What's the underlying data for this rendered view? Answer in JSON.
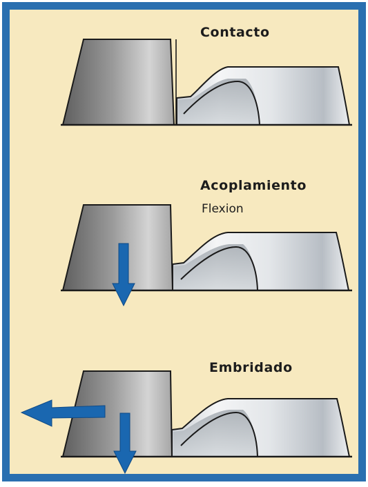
{
  "stages": [
    {
      "title": "Contacto",
      "subtitle": ""
    },
    {
      "title": "Acoplamiento",
      "subtitle": "Flexion"
    },
    {
      "title": "Embridado",
      "subtitle": ""
    }
  ],
  "colors": {
    "frame": "#2a6fb0",
    "background": "#f7e9bf",
    "arrow": "#1a67b0",
    "outline": "#1a1a1a",
    "punch_dark": "#6a6a6a",
    "punch_light": "#d2d2d2",
    "part_light": "#f2f2f2",
    "part_mid": "#b9bec4"
  }
}
